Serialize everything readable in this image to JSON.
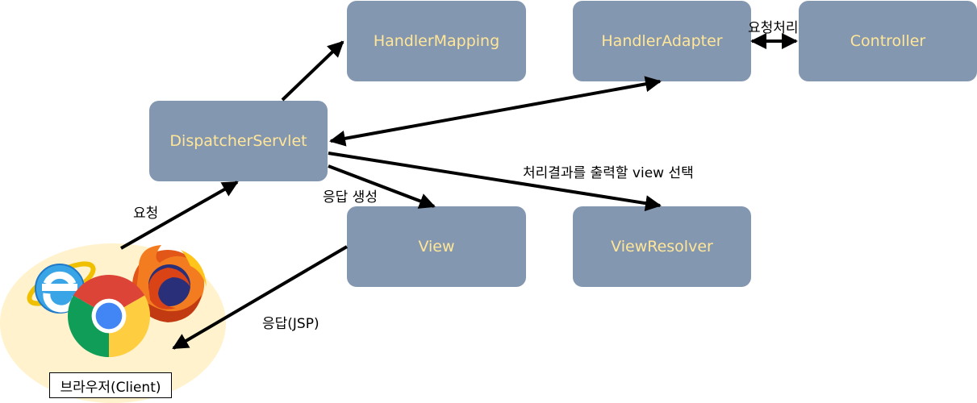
{
  "components": {
    "handler_mapping": "HandlerMapping",
    "handler_adapter": "HandlerAdapter",
    "controller": "Controller",
    "dispatcher_servlet": "DispatcherServlet",
    "view": "View",
    "view_resolver": "ViewResolver"
  },
  "labels": {
    "request": "요청",
    "request_processing": "요청처리",
    "select_view": "처리결과를 출력할 view 선택",
    "response_generation": "응답 생성",
    "response_jsp": "응답(JSP)"
  },
  "browser": {
    "label": "브라우저(Client)",
    "icons": [
      "internet-explorer-icon",
      "firefox-icon",
      "chrome-icon"
    ]
  },
  "colors": {
    "box_fill": "#8497b0",
    "box_text": "#ffe699",
    "browser_background": "#fff2cc"
  }
}
